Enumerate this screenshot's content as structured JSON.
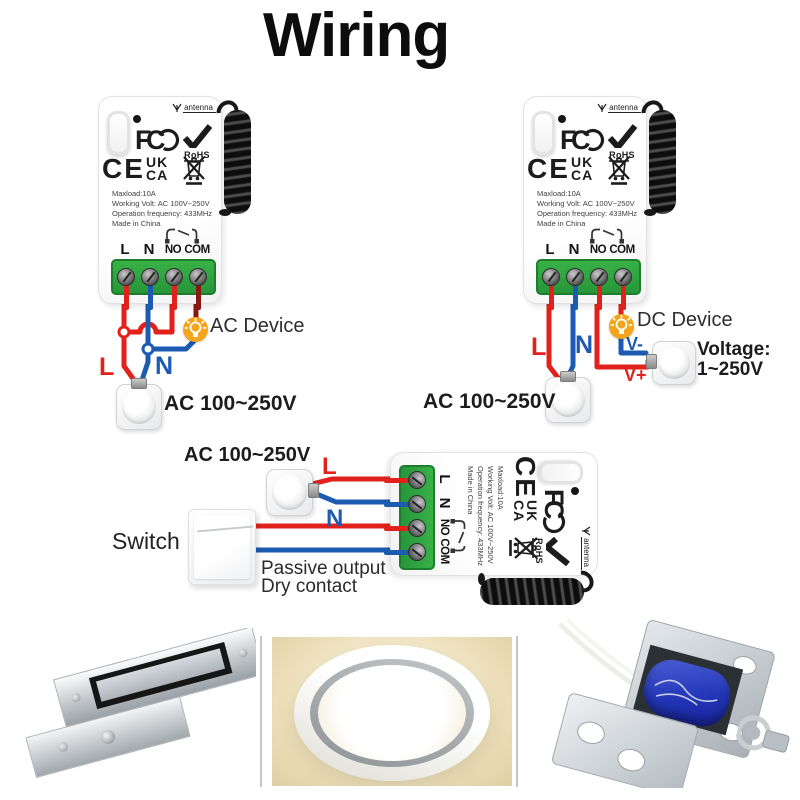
{
  "title": "Wiring",
  "colors": {
    "wire_red": "#e2211c",
    "wire_blue": "#1d5ab2",
    "wire_darkred": "#8a1812",
    "terminal_green": "#2fa43c",
    "bulb_orange": "#f4a51c"
  },
  "module": {
    "antenna_label": "antenna",
    "certs": {
      "fcc": "FC",
      "rohs": "RoHS",
      "ce": "CE",
      "ukca_line1": "UK",
      "ukca_line2": "CA"
    },
    "specs": [
      "Maxload:10A",
      "Working Volt: AC 100V~250V",
      "Operation frequency: 433MHz",
      "Made in China"
    ],
    "terminals": [
      "L",
      "N",
      "NO",
      "COM"
    ]
  },
  "left_diagram": {
    "device_label": "AC Device",
    "line_label": "L",
    "neutral_label": "N",
    "supply_label": "AC 100~250V"
  },
  "right_diagram": {
    "device_label": "DC Device",
    "line_label": "L",
    "neutral_label": "N",
    "vminus_label": "V-",
    "vplus_label": "V+",
    "voltage_label_1": "Voltage:",
    "voltage_label_2": "1~250V",
    "supply_label": "AC 100~250V"
  },
  "bottom_diagram": {
    "supply_label": "AC 100~250V",
    "line_label": "L",
    "neutral_label": "N",
    "switch_label": "Switch",
    "output_label_1": "Passive output",
    "output_label_2": "Dry contact"
  },
  "gallery": {
    "items": [
      "magnetic-lock",
      "led-ceiling-light",
      "solenoid-lock"
    ]
  }
}
